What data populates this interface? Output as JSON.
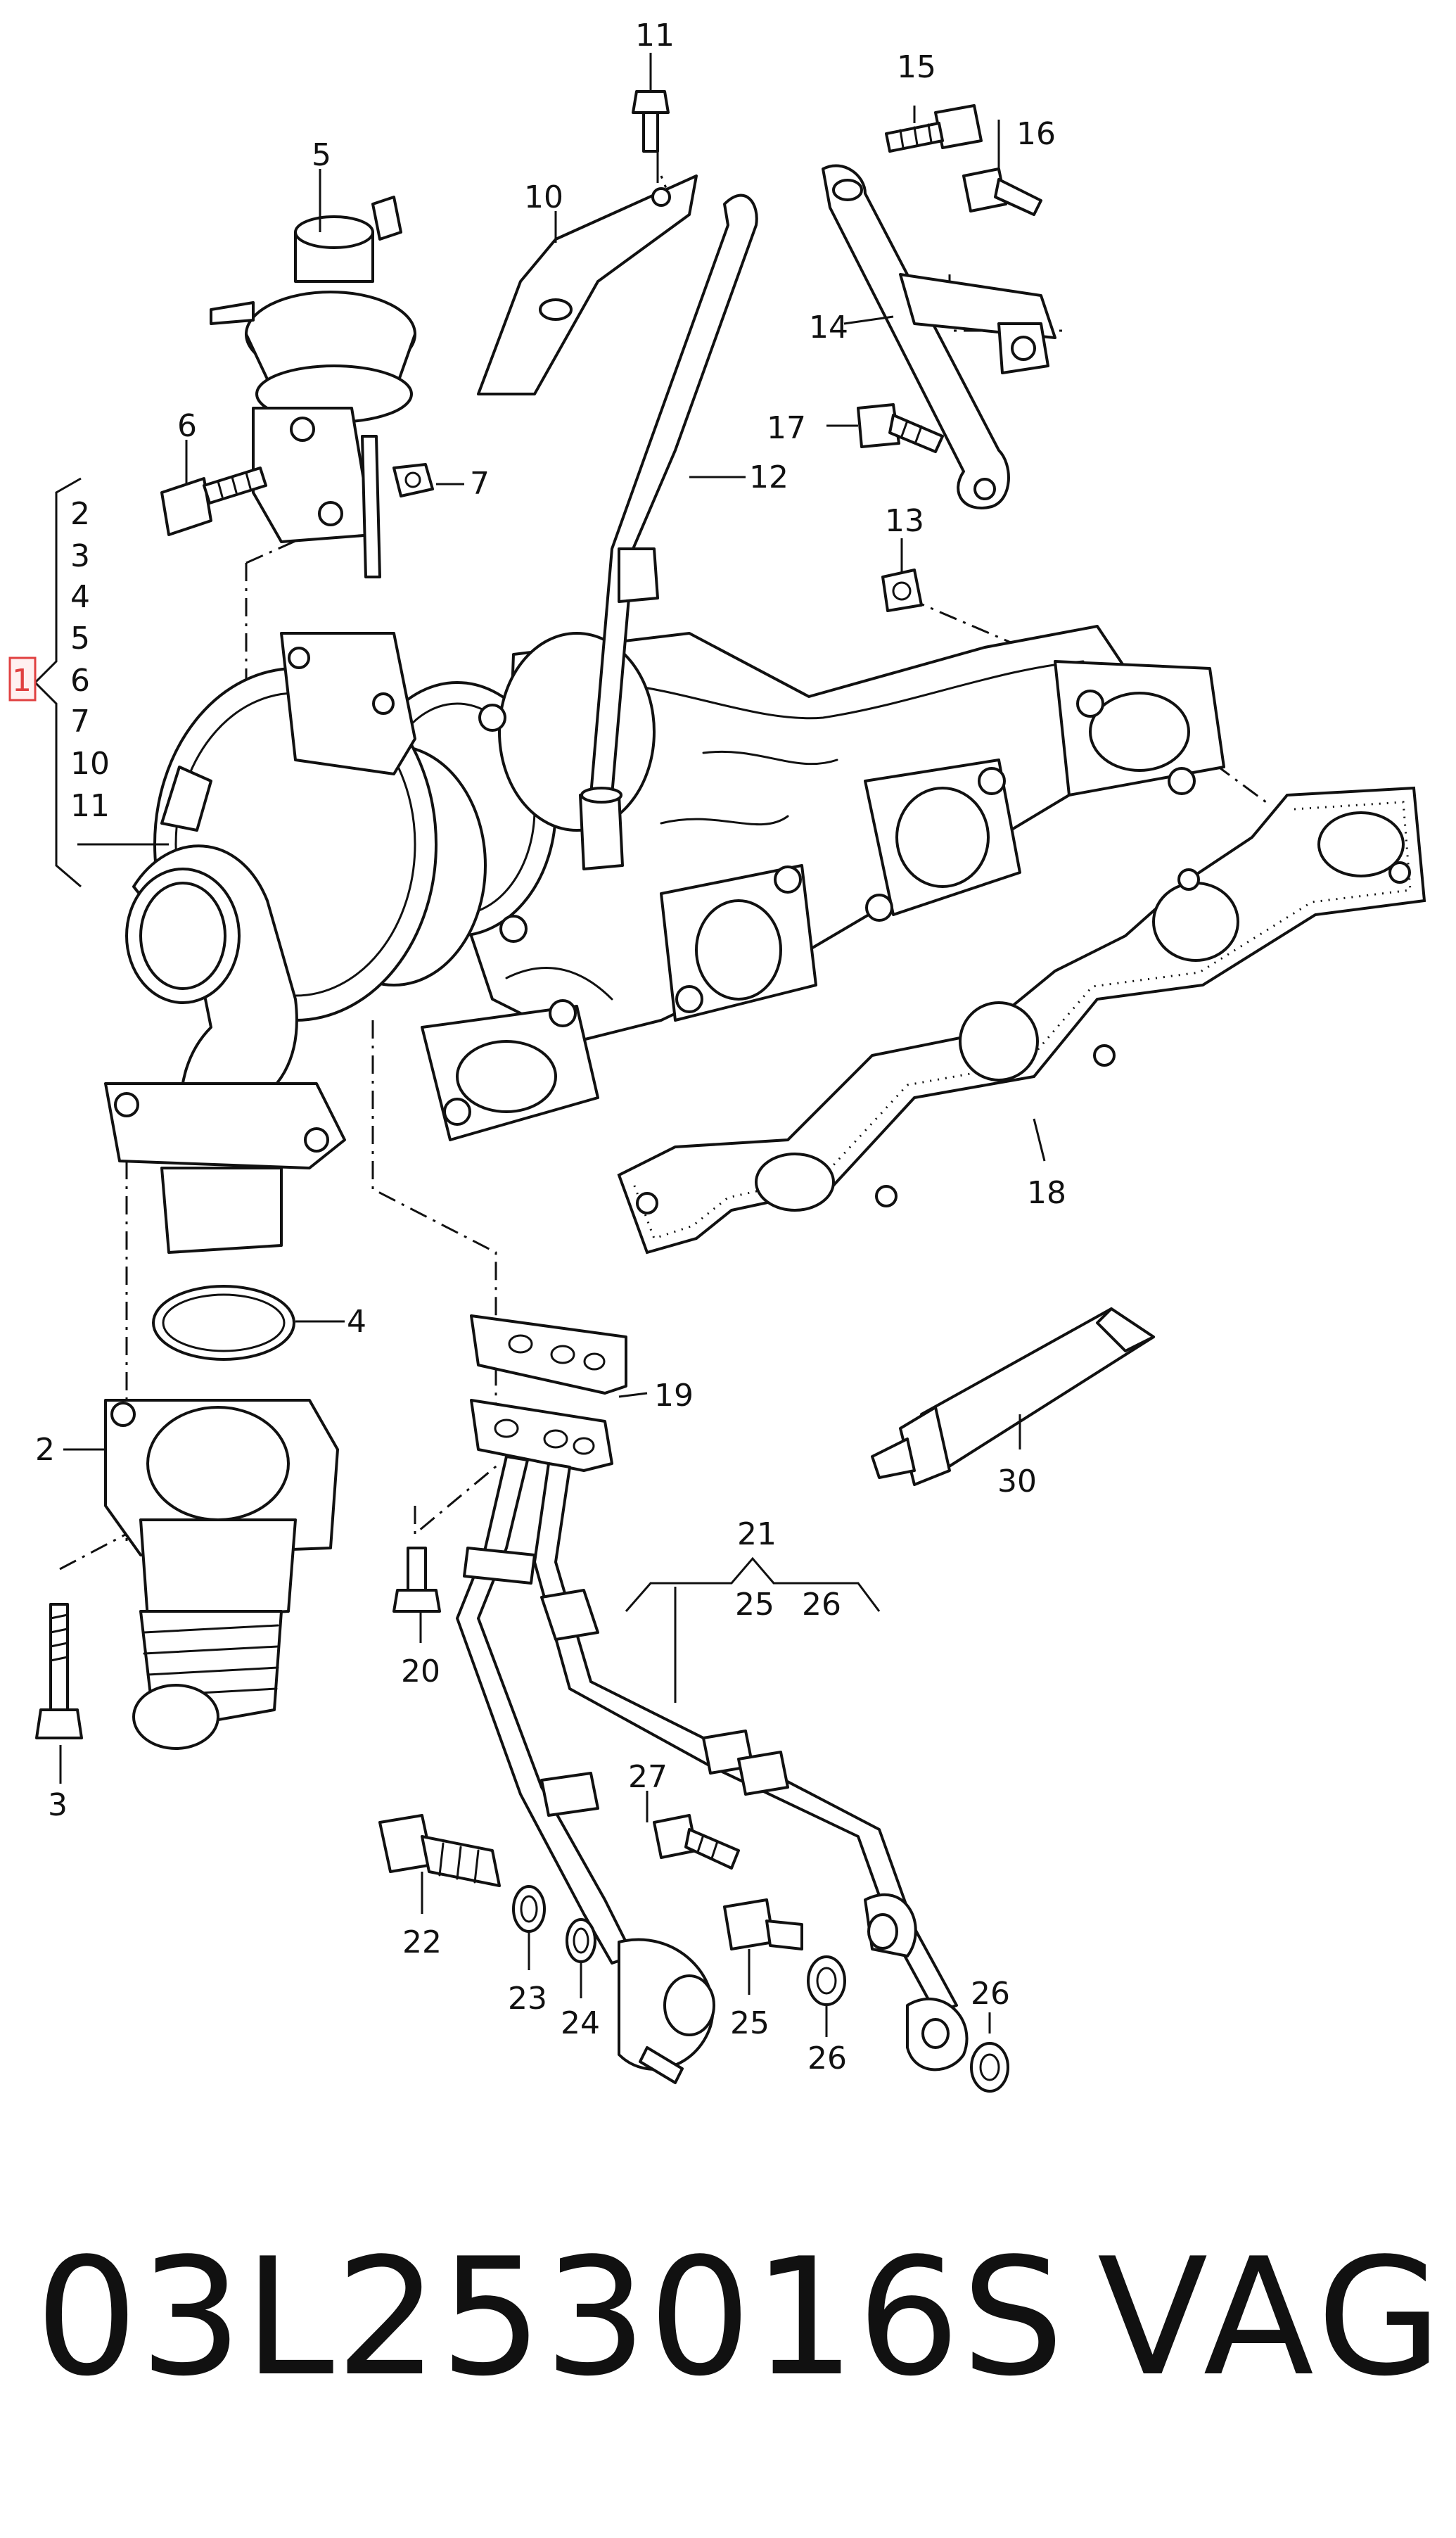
{
  "diagram": {
    "callouts": {
      "c1": "1",
      "c2": "2",
      "c3": "3",
      "c4": "4",
      "c5": "5",
      "c6": "6",
      "c7": "7",
      "c10": "10",
      "c11": "11",
      "c12": "12",
      "c13": "13",
      "c14": "14",
      "c15": "15",
      "c16": "16",
      "c17": "17",
      "c18": "18",
      "c19": "19",
      "c20": "20",
      "c21": "21",
      "c22": "22",
      "c23": "23",
      "c24": "24",
      "c25": "25",
      "c26": "26",
      "c27": "27",
      "c30": "30"
    },
    "group_1_items": [
      "2",
      "3",
      "4",
      "5",
      "6",
      "7",
      "10",
      "11"
    ],
    "group_21_items": [
      "25",
      "26"
    ],
    "highlight_color": "#e04040"
  },
  "footer": {
    "part_number": "03L253016S",
    "brand": "VAG"
  }
}
